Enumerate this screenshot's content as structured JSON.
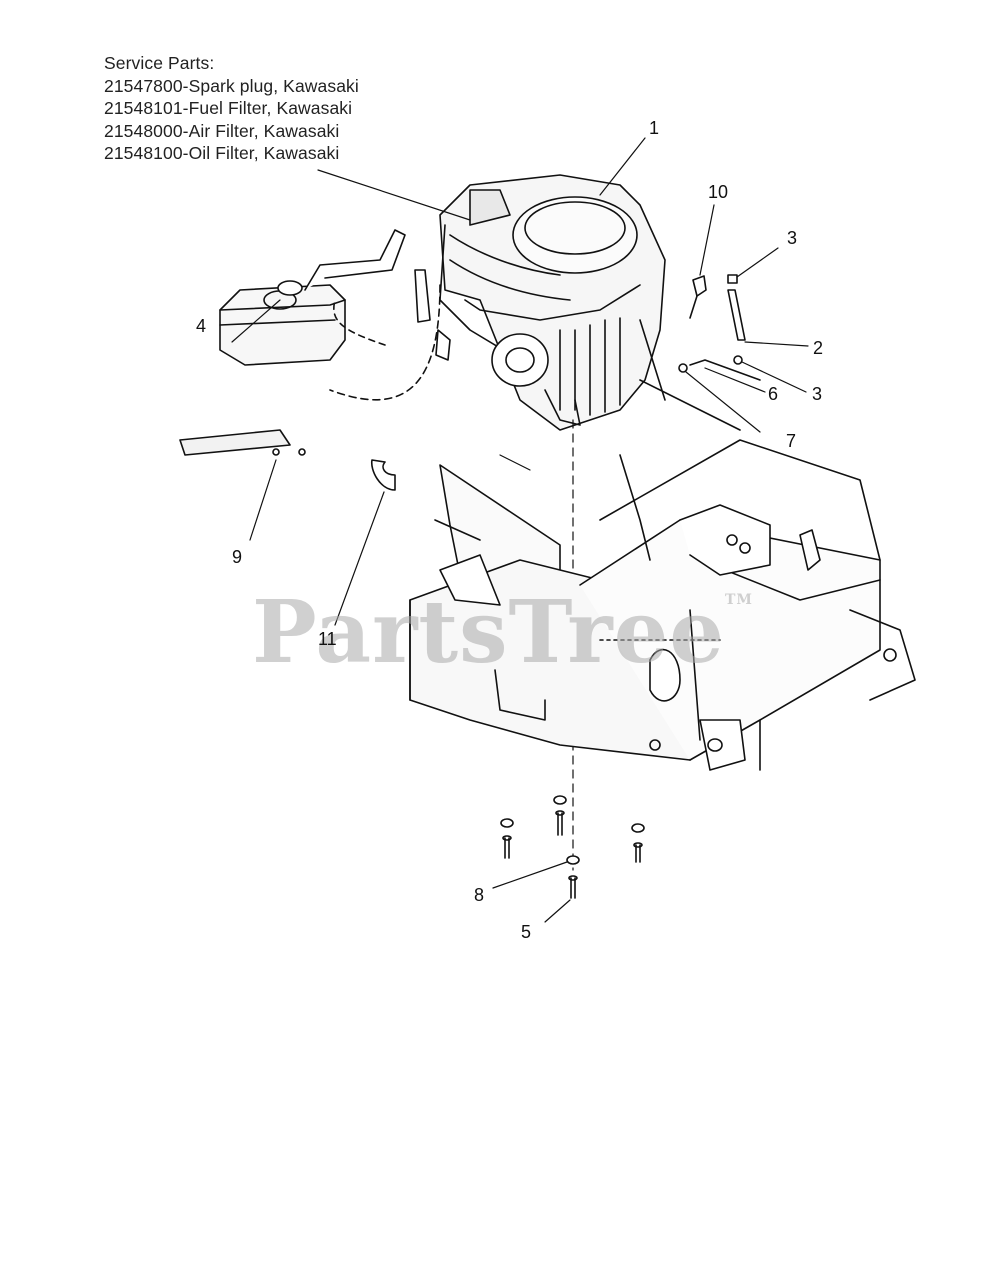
{
  "service_parts": {
    "heading": "Service Parts:",
    "items": [
      "21547800-Spark plug, Kawasaki",
      "21548101-Fuel Filter, Kawasaki",
      "21548000-Air Filter, Kawasaki",
      "21548100-Oil Filter, Kawasaki"
    ]
  },
  "callouts": [
    "1",
    "10",
    "3",
    "2",
    "4",
    "6",
    "3",
    "7",
    "9",
    "11",
    "8",
    "5"
  ],
  "watermark": {
    "text": "PartsTree",
    "mark": "TM"
  },
  "colors": {
    "line": "#111111",
    "watermark": "#aaaaaa",
    "background": "#ffffff"
  }
}
